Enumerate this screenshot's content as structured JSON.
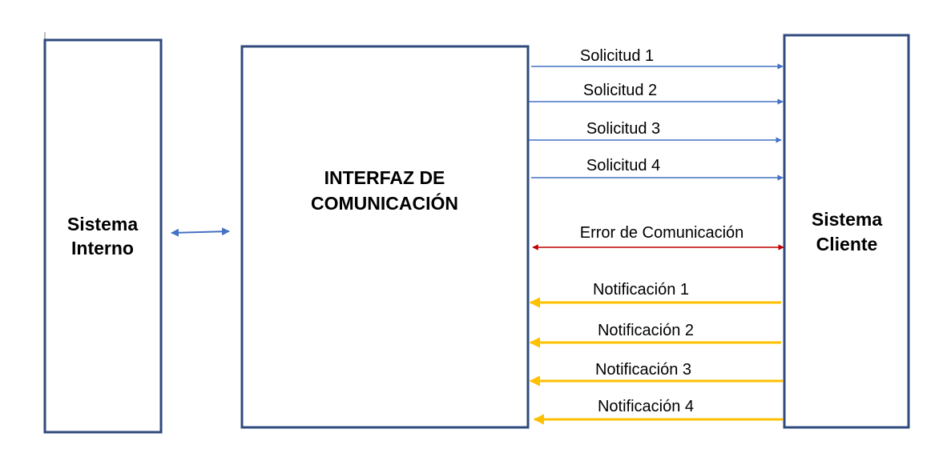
{
  "boxes": {
    "internal": {
      "title_line1": "Sistema",
      "title_line2": "Interno"
    },
    "interface": {
      "title_line1": "INTERFAZ DE",
      "title_line2": "COMUNICACIÓN"
    },
    "client": {
      "title_line1": "Sistema",
      "title_line2": "Cliente"
    }
  },
  "requests": [
    {
      "label": "Solicitud 1"
    },
    {
      "label": "Solicitud 2"
    },
    {
      "label": "Solicitud 3"
    },
    {
      "label": "Solicitud 4"
    }
  ],
  "error": {
    "label": "Error de Comunicación"
  },
  "notifications": [
    {
      "label": "Notificación 1"
    },
    {
      "label": "Notificación 2"
    },
    {
      "label": "Notificación 3"
    },
    {
      "label": "Notificación 4"
    }
  ],
  "colors": {
    "box_border": "#2f4a7d",
    "request_arrow": "#4472c4",
    "error_arrow": "#c00000",
    "notification_arrow": "#ffc000"
  }
}
